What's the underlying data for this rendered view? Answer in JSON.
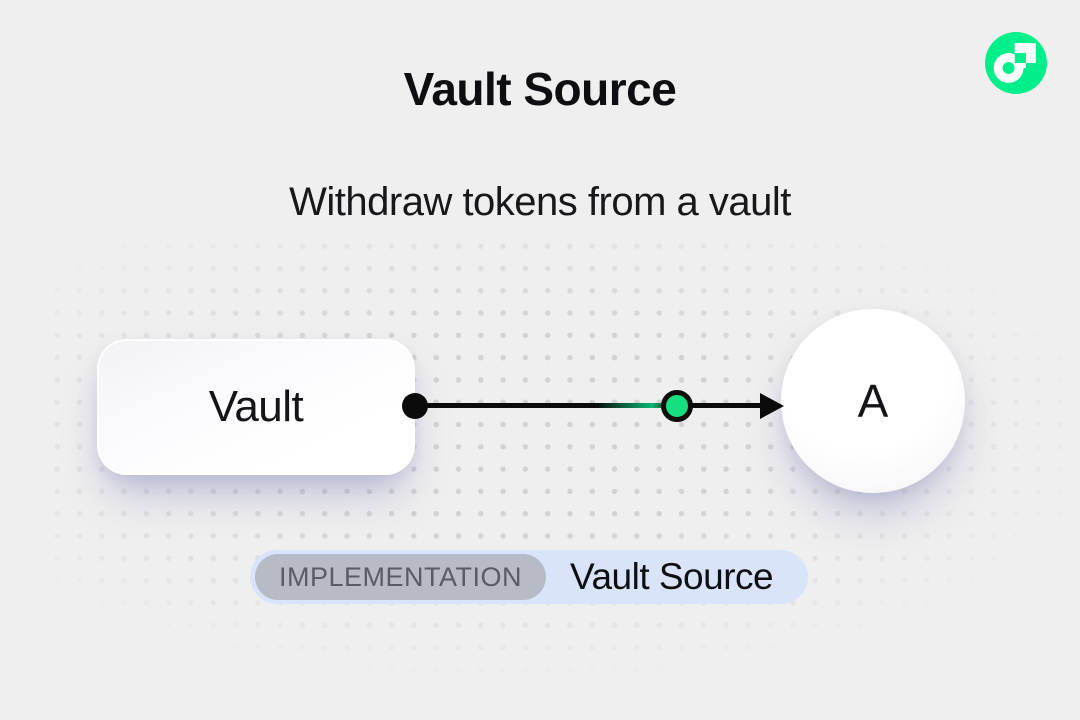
{
  "page": {
    "title": "Vault Source",
    "subtitle": "Withdraw tokens from a vault",
    "background_color": "#efefef",
    "dot_grid_color": "#d2d2d4"
  },
  "logo": {
    "name": "flow-blockchain-logo",
    "brand_color": "#00EF8B"
  },
  "diagram": {
    "source_node": {
      "label": "Vault",
      "shape": "rounded-rectangle"
    },
    "target_node": {
      "label": "A",
      "shape": "circle"
    },
    "edge": {
      "direction": "left-to-right",
      "start_marker": "black-dot",
      "mid_marker": "green-dot",
      "end_marker": "arrowhead",
      "line_color": "#0b0b0b",
      "mid_marker_color": "#15e07f"
    }
  },
  "badge": {
    "kind_label": "IMPLEMENTATION",
    "value_label": "Vault Source",
    "container_color": "#d9e4fb",
    "kind_bg_color": "#b6bbc6",
    "kind_text_color": "#575c65"
  }
}
